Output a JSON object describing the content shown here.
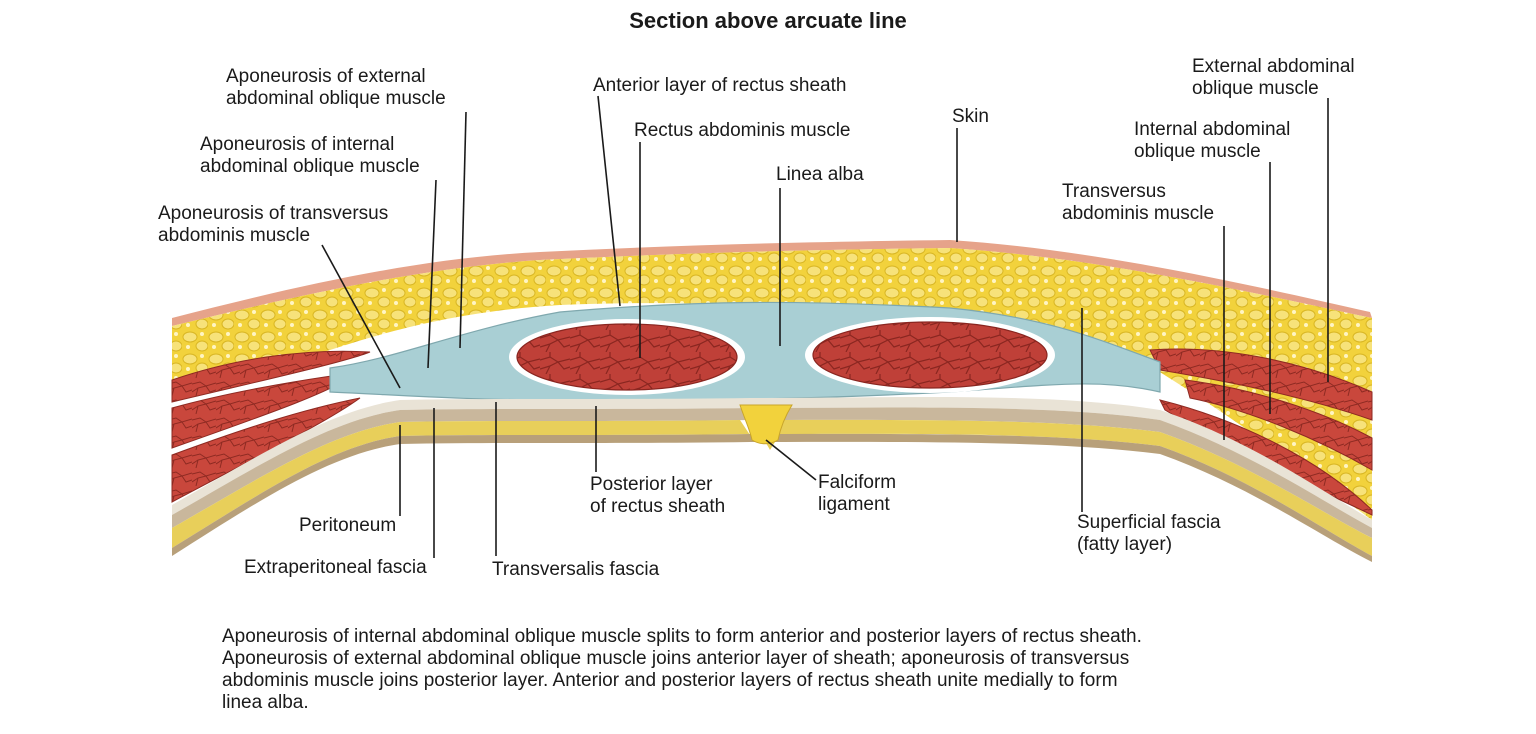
{
  "title": "Section above arcuate line",
  "labels": {
    "aponeurosis_external": [
      "Aponeurosis of external",
      "abdominal oblique muscle"
    ],
    "aponeurosis_internal": [
      "Aponeurosis of internal",
      "abdominal oblique muscle"
    ],
    "aponeurosis_transversus": [
      "Aponeurosis of transversus",
      "abdominis muscle"
    ],
    "anterior_layer": "Anterior layer of rectus sheath",
    "rectus_abdominis": "Rectus abdominis muscle",
    "linea_alba": "Linea alba",
    "skin": "Skin",
    "external_oblique": [
      "External abdominal",
      "oblique muscle"
    ],
    "internal_oblique": [
      "Internal abdominal",
      "oblique muscle"
    ],
    "transversus_muscle": [
      "Transversus",
      "abdominis muscle"
    ],
    "peritoneum": "Peritoneum",
    "extraperitoneal_fascia": "Extraperitoneal fascia",
    "transversalis_fascia": "Transversalis fascia",
    "posterior_layer": [
      "Posterior layer",
      "of rectus sheath"
    ],
    "falciform_ligament": [
      "Falciform",
      "ligament"
    ],
    "superficial_fascia": [
      "Superficial fascia",
      "(fatty layer)"
    ]
  },
  "caption": [
    "Aponeurosis of internal abdominal oblique muscle splits to form anterior and posterior layers of rectus sheath.",
    "Aponeurosis of external abdominal oblique muscle joins anterior layer of sheath; aponeurosis of transversus",
    "abdominis muscle joins posterior layer. Anterior and posterior layers of rectus sheath unite medially to form",
    "linea alba."
  ],
  "colors": {
    "fat": "#f2d23c",
    "muscle": "#c9473c",
    "sheath": "#a9cfd4",
    "skin": "#e6a38a",
    "peritoneum": "#e8cf5a",
    "fascia": "#c9b79c"
  }
}
